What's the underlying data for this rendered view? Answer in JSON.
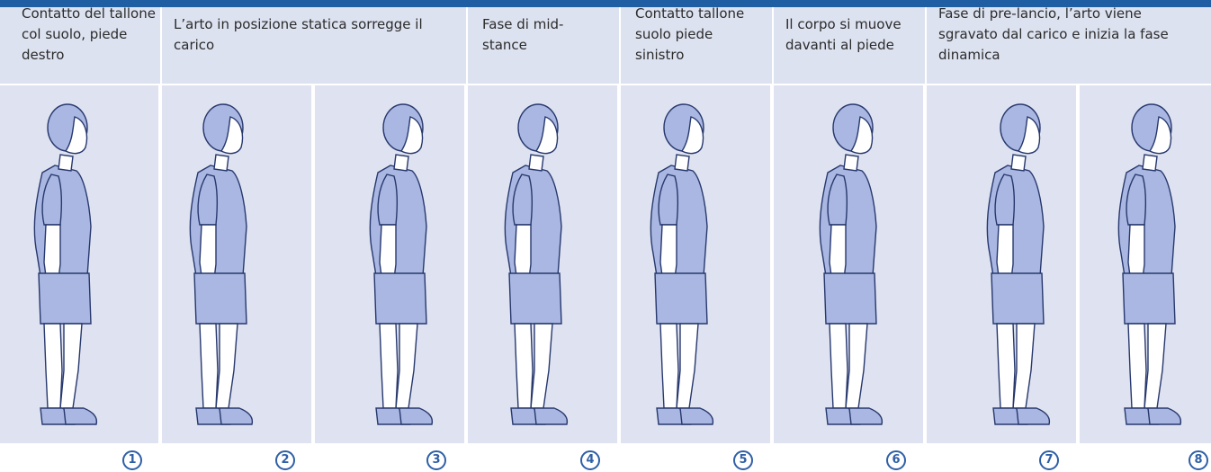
{
  "captions": [
    "Contatto del tallone col suolo, piede destro",
    "L’arto in posizione statica sorregge il carico",
    "Fase di mid-stance",
    "Contatto tallone suolo piede sinistro",
    "Il corpo si muove davanti al piede",
    "Fase di pre-lancio, l’arto viene sgravato dal carico e inizia la fase dinamica"
  ],
  "numbers": [
    "1",
    "2",
    "3",
    "4",
    "5",
    "6",
    "7",
    "8"
  ],
  "colors": {
    "accent_bar": "#1f5ea3",
    "header_bg": "#dde2f0",
    "panel_bg": "#dfe3f1",
    "figure_fill": "#a9b7e2",
    "figure_stroke": "#27386d",
    "number_color": "#2e5fa6"
  }
}
